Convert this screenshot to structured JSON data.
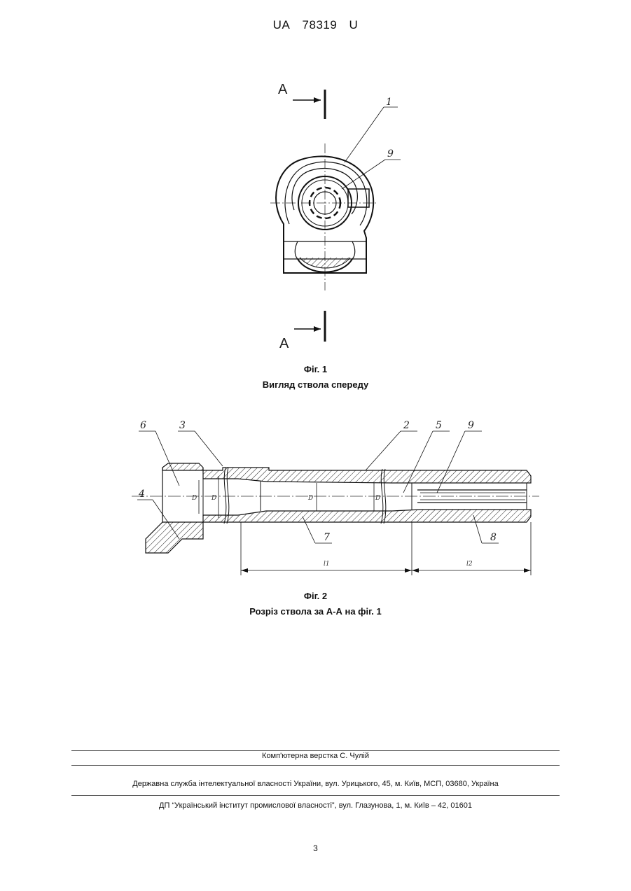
{
  "header": {
    "country": "UA",
    "number": "78319",
    "kind": "U"
  },
  "figure1": {
    "section_label_top": "A",
    "section_label_bottom": "A",
    "callouts": [
      "1",
      "9"
    ],
    "caption_number": "Фіг. 1",
    "caption_title": "Вигляд ствола спереду"
  },
  "figure2": {
    "callouts": [
      "6",
      "3",
      "2",
      "5",
      "9",
      "4",
      "7",
      "8"
    ],
    "dim_labels": [
      "D",
      "D",
      "D",
      "D"
    ],
    "length_labels": [
      "l1",
      "l2"
    ],
    "caption_number": "Фіг. 2",
    "caption_title": "Розріз ствола за А-А на фіг. 1"
  },
  "footer": {
    "layout_credit": "Комп'ютерна верстка С. Чулій",
    "office": "Державна служба інтелектуальної власності України, вул. Урицького, 45, м. Київ, МСП, 03680, Україна",
    "institute": "ДП “Український інститут промислової власності”, вул. Глазунова, 1, м. Київ – 42, 01601"
  },
  "page_number": "3"
}
